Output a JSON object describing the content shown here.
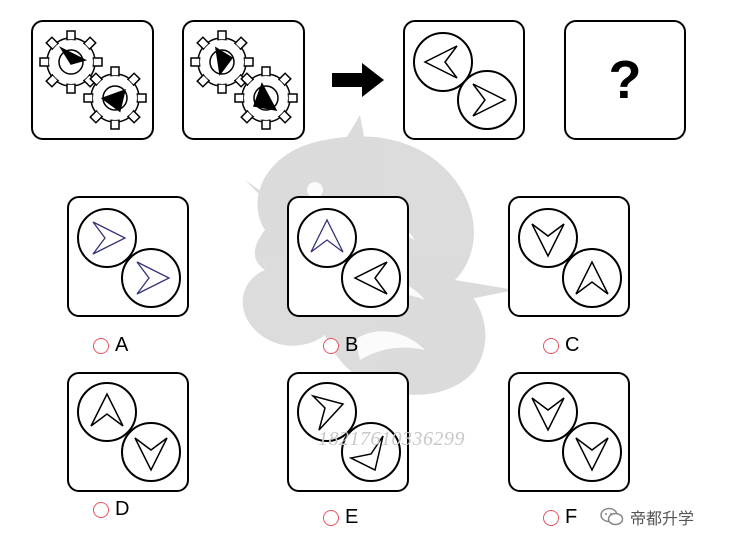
{
  "question": {
    "step_1_label": "",
    "step_2_label": "",
    "transform_arrow": "right-arrow-icon",
    "unknown_mark": "?"
  },
  "options": [
    {
      "label": "A"
    },
    {
      "label": "B"
    },
    {
      "label": "C"
    },
    {
      "label": "D"
    },
    {
      "label": "E"
    },
    {
      "label": "F"
    }
  ],
  "watermark": {
    "phone": "18217610336299",
    "brand": "帝都升学",
    "image": "dragon-watermark"
  },
  "colors": {
    "radio_border": "#e8525e",
    "ink": "#000000",
    "watermark": "#c8c8c8"
  }
}
